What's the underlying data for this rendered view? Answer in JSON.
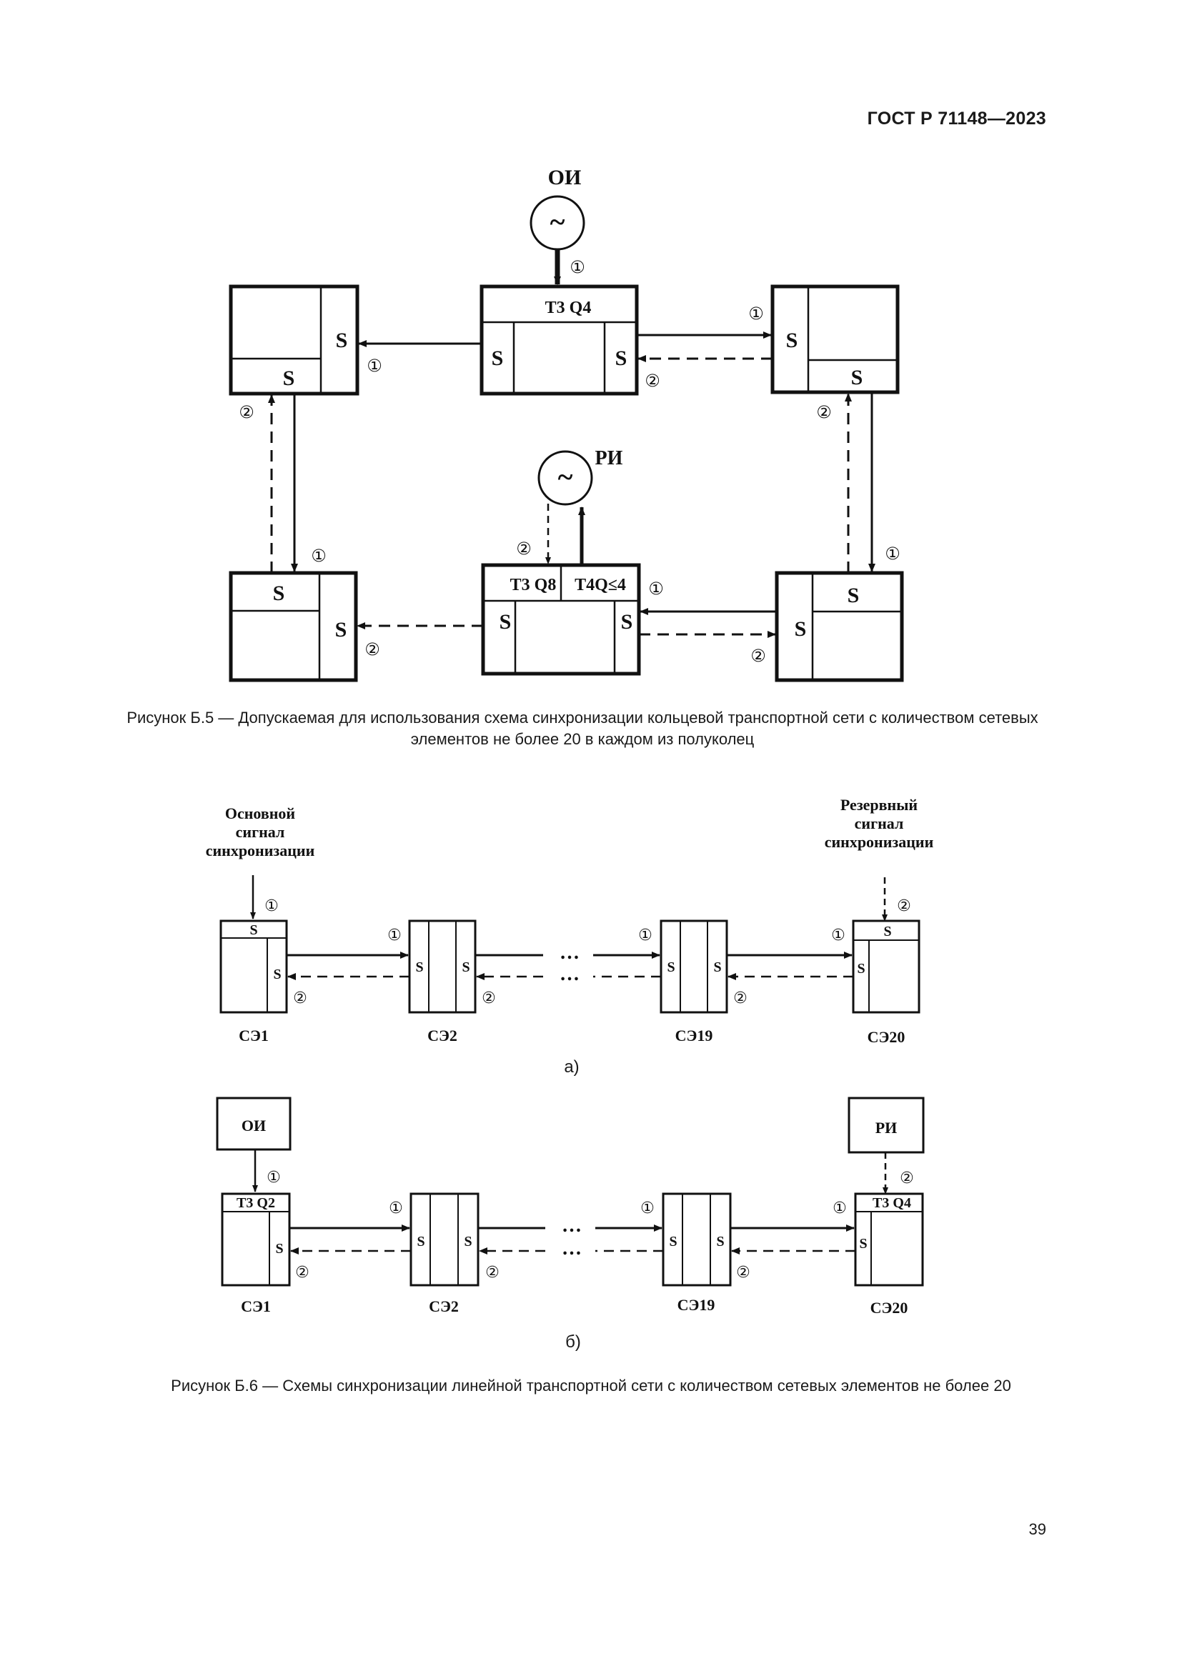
{
  "header": {
    "doc_code": "ГОСТ Р 71148—2023"
  },
  "figure5": {
    "oi_label": "ОИ",
    "ri_label": "РИ",
    "tilde": "~",
    "s": "S",
    "top_center_label": "T3 Q4",
    "bottom_center_left_label": "T3 Q8",
    "bottom_center_right_label": "T4Q≤4",
    "mark1": "①",
    "mark2": "②",
    "caption": "Рисунок Б.5 — Допускаемая для использования схема синхронизации кольцевой транспортной сети с количеством сетевых элементов не более 20 в каждом из полуколец"
  },
  "figure6": {
    "main_signal_label": [
      "Основной",
      "сигнал",
      "синхронизации"
    ],
    "reserve_signal_label": [
      "Резервный",
      "сигнал",
      "синхронизации"
    ],
    "s": "S",
    "dots": "…",
    "mark1": "①",
    "mark2": "②",
    "elements": [
      "СЭ1",
      "СЭ2",
      "СЭ19",
      "СЭ20"
    ],
    "oi_box": "ОИ",
    "ri_box": "РИ",
    "first_label_b": "T3 Q2",
    "last_label_b": "T3 Q4",
    "sub_a": "а)",
    "sub_b": "б)",
    "caption": "Рисунок Б.6 — Схемы синхронизации линейной транспортной сети с количеством сетевых элементов не более 20"
  },
  "footer": {
    "page_number": "39"
  }
}
